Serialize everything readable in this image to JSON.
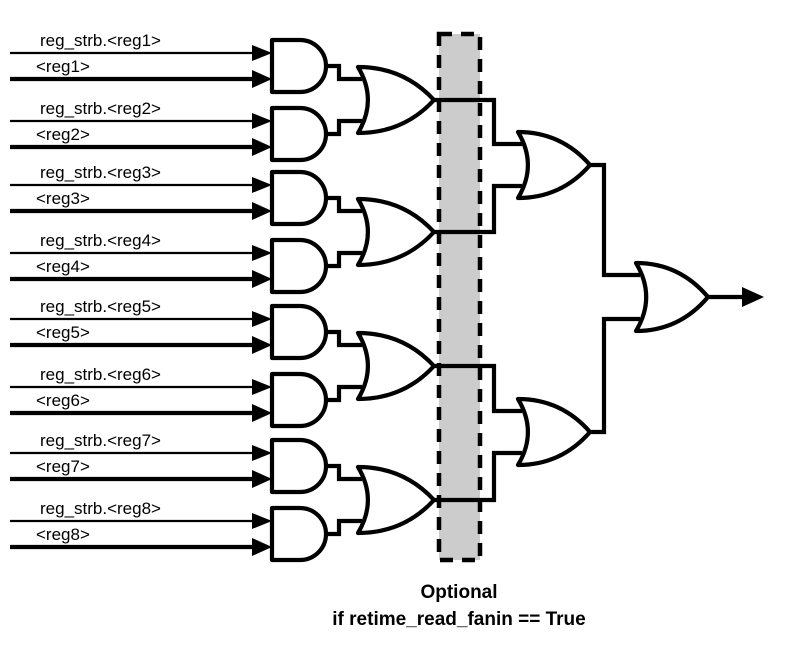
{
  "diagram": {
    "title_caption": {
      "line1": "Optional",
      "line2": "if retime_read_fanin == True"
    },
    "register_inputs": [
      {
        "strobe": "reg_strb.<reg1>",
        "data": "<reg1>"
      },
      {
        "strobe": "reg_strb.<reg2>",
        "data": "<reg2>"
      },
      {
        "strobe": "reg_strb.<reg3>",
        "data": "<reg3>"
      },
      {
        "strobe": "reg_strb.<reg4>",
        "data": "<reg4>"
      },
      {
        "strobe": "reg_strb.<reg5>",
        "data": "<reg5>"
      },
      {
        "strobe": "reg_strb.<reg6>",
        "data": "<reg6>"
      },
      {
        "strobe": "reg_strb.<reg7>",
        "data": "<reg7>"
      },
      {
        "strobe": "reg_strb.<reg8>",
        "data": "<reg8>"
      }
    ],
    "gates": {
      "and_count": 8,
      "or_level1_count": 4,
      "or_level2_count": 2,
      "or_level3_count": 1
    },
    "colors": {
      "optional_box_fill": "#cccccc",
      "optional_box_border": "#000000",
      "wire": "#000000",
      "gate_fill": "#ffffff",
      "background": "#ffffff"
    }
  }
}
